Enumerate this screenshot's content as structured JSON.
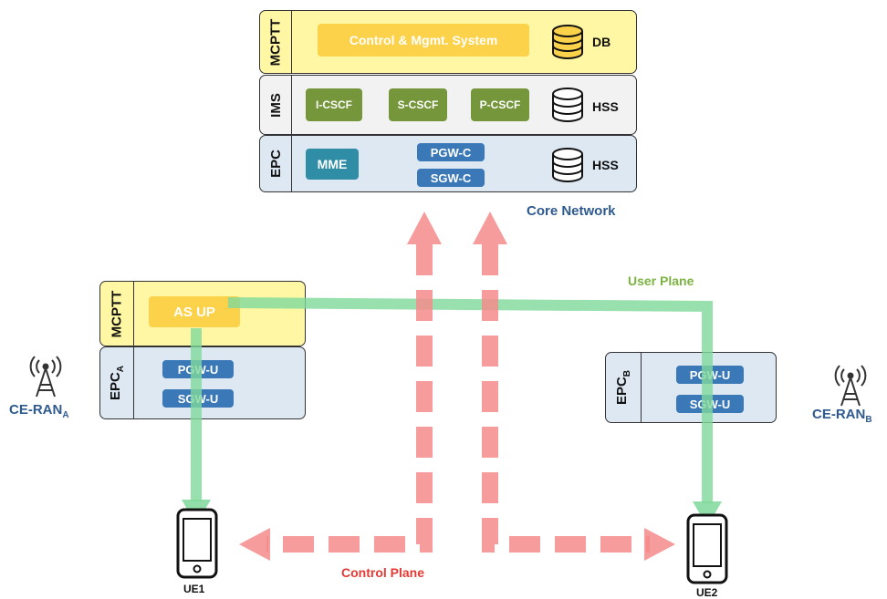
{
  "core": {
    "mcptt_label": "MCPTT",
    "control_system": "Control & Mgmt. System",
    "db_label": "DB",
    "ims_label": "IMS",
    "icscf": "I-CSCF",
    "scscf": "S-CSCF",
    "pcscf": "P-CSCF",
    "ims_hss_label": "HSS",
    "epc_label": "EPC",
    "mme": "MME",
    "pgw_c": "PGW-C",
    "sgw_c": "SGW-C",
    "epc_hss_label": "HSS",
    "caption": "Core Network"
  },
  "left_edge": {
    "mcptt_label": "MCPTT",
    "as_up": "AS UP",
    "epc_label": "EPC",
    "epc_sub": "A",
    "pgw_u": "PGW-U",
    "sgw_u": "SGW-U",
    "ran_label": "CE-RAN",
    "ran_sub": "A"
  },
  "right_edge": {
    "epc_label": "EPC",
    "epc_sub": "B",
    "pgw_u": "PGW-U",
    "sgw_u": "SGW-U",
    "ran_label": "CE-RAN",
    "ran_sub": "B"
  },
  "planes": {
    "user_plane": "User Plane",
    "control_plane": "Control Plane"
  },
  "devices": {
    "ue1": "UE1",
    "ue2": "UE2"
  },
  "colors": {
    "user_plane": "#7fd89b",
    "control_plane": "#f58b8b",
    "brand_blue": "#2f5a8e",
    "user_plane_text": "#7cb342",
    "control_plane_text": "#e53935"
  }
}
